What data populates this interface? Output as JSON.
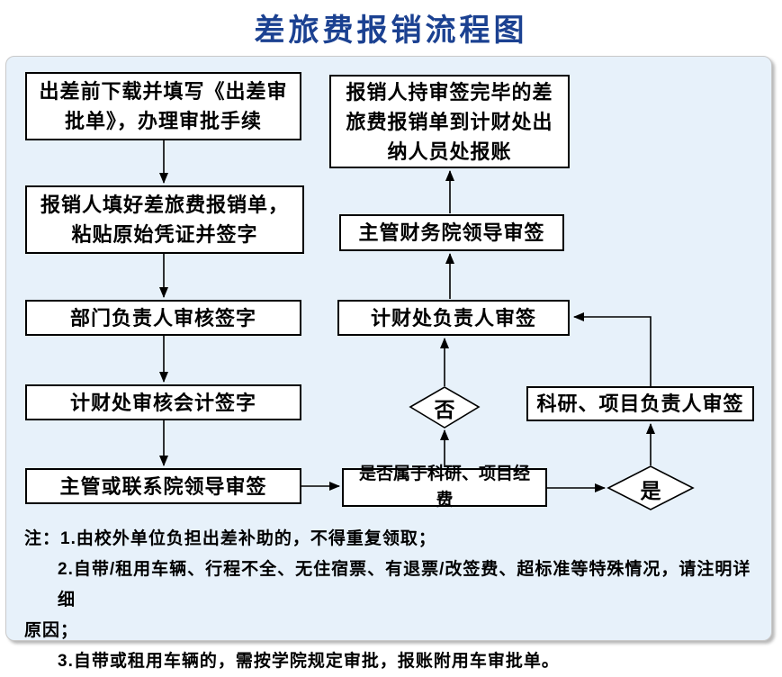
{
  "title": "差旅费报销流程图",
  "colors": {
    "title_text": "#1b4191",
    "panel_bg": "#e7f1fa",
    "panel_border": "#c9c9c9",
    "node_bg": "#ffffff",
    "node_border": "#000000",
    "connector": "#000000"
  },
  "flow": {
    "nodes": [
      {
        "id": "download-approval-form",
        "label": "出差前下载并填写《出差审\n批单》，办理审批手续"
      },
      {
        "id": "fill-reimbursement-form",
        "label": "报销人填好差旅费报销单，\n粘贴原始凭证并签字"
      },
      {
        "id": "dept-head-sign",
        "label": "部门负责人审核签字"
      },
      {
        "id": "finance-accountant-sign",
        "label": "计财处审核会计签字"
      },
      {
        "id": "supervisor-leader-sign",
        "label": "主管或联系院领导审签"
      },
      {
        "id": "is-project-fund",
        "label": "是否属于科研、项目经费"
      },
      {
        "id": "finance-head-sign",
        "label": "计财处负责人审签"
      },
      {
        "id": "finance-leader-sign",
        "label": "主管财务院领导审签"
      },
      {
        "id": "cashier-reimburse",
        "label": "报销人持审签完毕的差\n旅费报销单到计财处出\n纳人员处报账"
      },
      {
        "id": "project-leader-sign",
        "label": "科研、项目负责人审签"
      }
    ],
    "decisions": [
      {
        "id": "no",
        "label": "否"
      },
      {
        "id": "yes",
        "label": "是"
      }
    ]
  },
  "notes": {
    "lines": [
      "注：1.由校外单位负担出差补助的，不得重复领取；",
      "2.自带/租用车辆、行程不全、无住宿票、有退票/改签费、超标准等特殊情况，请注明详细",
      "原因；",
      "3.自带或租用车辆的，需按学院规定审批，报账附用车审批单。"
    ]
  }
}
